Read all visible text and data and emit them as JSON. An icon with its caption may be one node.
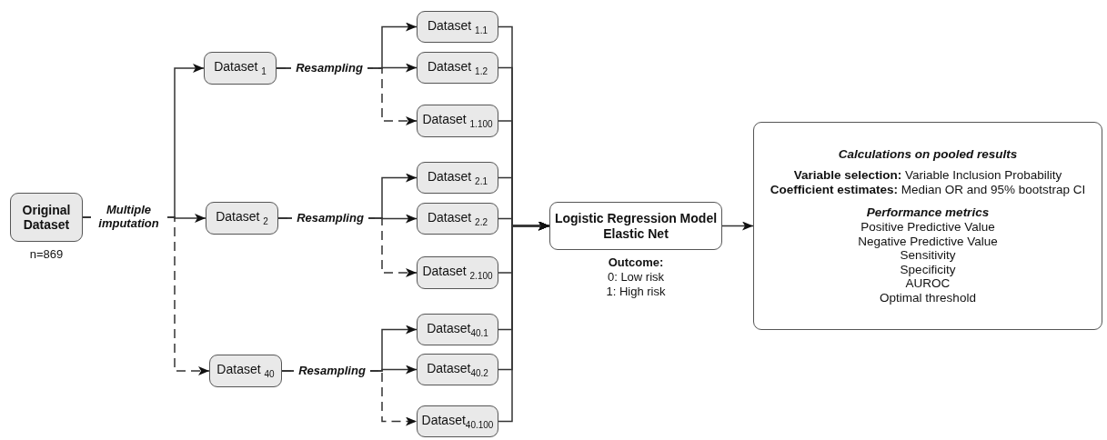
{
  "diagram": {
    "nodes": [
      {
        "text": [
          "Original Dataset"
        ],
        "beside": [
          "n=869"
        ]
      },
      {
        "text": [
          "Dataset $_{1}$"
        ]
      },
      {
        "text": [
          "Dataset $_{2}$"
        ]
      },
      {
        "text": [
          "Dataset $_{40}$"
        ]
      },
      {
        "text": [
          "Dataset $_{1.1}$"
        ]
      },
      {
        "text": [
          "Dataset $_{1.2}$"
        ]
      },
      {
        "text": [
          "Dataset $_{1.100}$"
        ]
      },
      {
        "text": [
          "Dataset $_{2.1}$"
        ]
      },
      {
        "text": [
          "Dataset $_{2.2}$"
        ]
      },
      {
        "text": [
          "Dataset $_{2.100}$"
        ]
      },
      {
        "text": [
          "Dataset$_{40.1}$"
        ]
      },
      {
        "text": [
          "Dataset$_{40.2}$"
        ]
      },
      {
        "text": [
          "Dataset$_{40.100}$"
        ]
      },
      {
        "text": [
          "Logistic Regression Model Elastic Net"
        ],
        "beside": [
          "Outcome:",
          "0: Low risk",
          "1: High risk"
        ]
      },
      {
        "text": [
          "Calculations on pooled results",
          "**Variable selection:** Variable Inclusion Probability",
          "**Coefficient estimates:** Median OR and 95% bootstrap CI",
          "Performance metrics",
          "Positive Predictive Value",
          "Negative Predictive Value",
          "Sensitivity",
          "Specificity",
          "AUROC",
          "Optimal threshold"
        ]
      }
    ],
    "edges": [
      {
        "from": 0,
        "to": 1,
        "arrow": "to"
      },
      {
        "from": 0,
        "to": 2,
        "arrow": "to",
        "label": "Multiple imputation"
      },
      {
        "from": 0,
        "to": 3,
        "arrow": "to",
        "style": "dashed"
      },
      {
        "from": 1,
        "to": 4,
        "arrow": "to"
      },
      {
        "from": 1,
        "to": 5,
        "arrow": "to",
        "label": "Resampling"
      },
      {
        "from": 1,
        "to": 6,
        "arrow": "to",
        "style": "dashed"
      },
      {
        "from": 2,
        "to": 7,
        "arrow": "to"
      },
      {
        "from": 2,
        "to": 8,
        "arrow": "to",
        "label": "Resampling"
      },
      {
        "from": 2,
        "to": 9,
        "arrow": "to",
        "style": "dashed"
      },
      {
        "from": 3,
        "to": 10,
        "arrow": "to"
      },
      {
        "from": 3,
        "to": 11,
        "arrow": "to",
        "label": "Resampling"
      },
      {
        "from": 3,
        "to": 12,
        "arrow": "to",
        "style": "dashed"
      },
      {
        "from": 4,
        "to": 13,
        "arrow": "to"
      },
      {
        "from": 5,
        "to": 13,
        "arrow": "to"
      },
      {
        "from": 6,
        "to": 13,
        "arrow": "to"
      },
      {
        "from": 7,
        "to": 13,
        "arrow": "to"
      },
      {
        "from": 8,
        "to": 13,
        "arrow": "to"
      },
      {
        "from": 9,
        "to": 13,
        "arrow": "to"
      },
      {
        "from": 10,
        "to": 13,
        "arrow": "to"
      },
      {
        "from": 11,
        "to": 13,
        "arrow": "to"
      },
      {
        "from": 12,
        "to": 13,
        "arrow": "to"
      },
      {
        "from": 13,
        "to": 14,
        "arrow": "to"
      }
    ]
  }
}
